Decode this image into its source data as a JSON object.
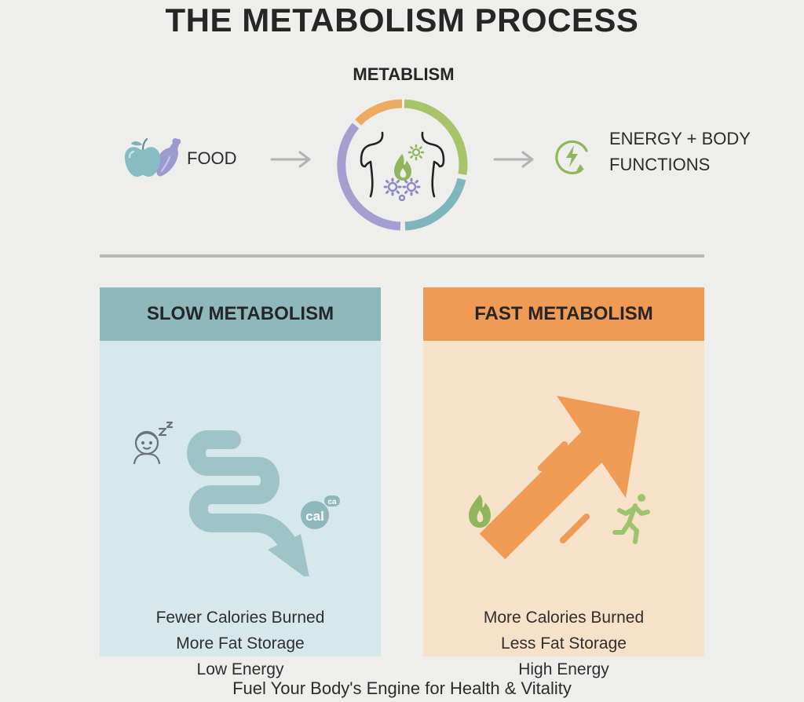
{
  "title": "THE METABOLISM PROCESS",
  "flow": {
    "input": {
      "label": "FOOD",
      "icons": [
        "apple-icon",
        "drumstick-icon"
      ]
    },
    "process": {
      "label": "METABLISM",
      "icon": "torso-flame-gears-icon",
      "ring_colors": [
        "#efaa62",
        "#a8c46a",
        "#7fb5bd",
        "#a59fcf"
      ]
    },
    "output": {
      "label_line1": "ENERGY + BODY",
      "label_line2": "FUNCTIONS",
      "icon": "lightning-cycle-icon"
    },
    "arrow_icon": "right-arrow-icon"
  },
  "panels": {
    "slow": {
      "title": "SLOW METABOLISM",
      "header_color": "#8fb8bd",
      "body_color": "#d7e8ec",
      "icons": [
        "sleeping-person-icon",
        "winding-down-arrow-icon",
        "calorie-badge-icon"
      ],
      "badge_text": "cal",
      "badge_sup": "ca",
      "lines": [
        "Fewer Calories Burned",
        "More Fat Storage",
        "Low Energy"
      ]
    },
    "fast": {
      "title": "FAST METABOLISM",
      "header_color": "#ef9a55",
      "body_color": "#f8e1c9",
      "icons": [
        "up-arrow-icon",
        "flame-icon",
        "running-person-icon"
      ],
      "lines": [
        "More Calories Burned",
        "Less Fat Storage",
        "High Energy"
      ]
    }
  },
  "footer": "Fuel Your Body's Engine for Health & Vitality"
}
